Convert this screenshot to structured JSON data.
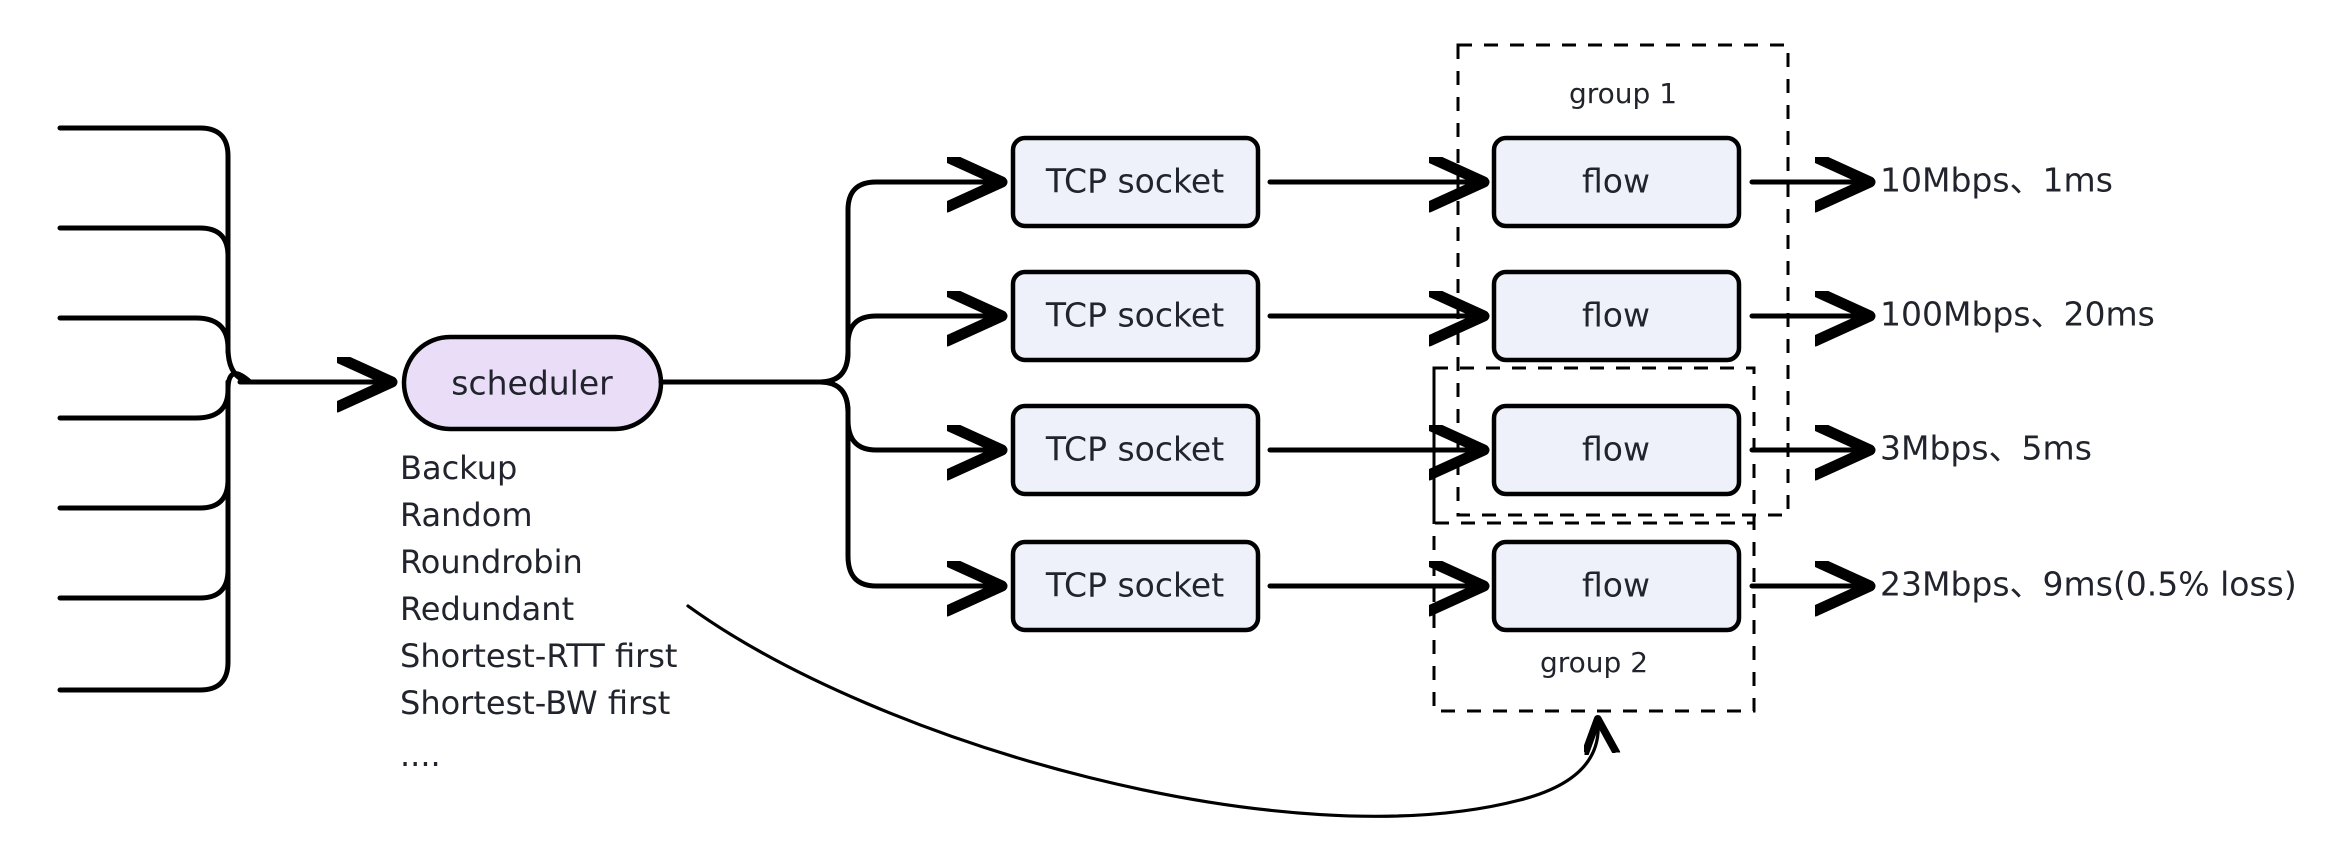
{
  "diagram": {
    "title": "multipath scheduler flow diagram",
    "colors": {
      "scheduler_fill": "#e9ddf7",
      "box_fill": "#eef1fa",
      "stroke": "#000000",
      "text": "#21242c",
      "background": "#ffffff"
    }
  },
  "scheduler": {
    "label": "scheduler",
    "algorithms": [
      "Backup",
      "Random",
      "Roundrobin",
      "Redundant",
      "Shortest-RTT first",
      "Shortest-BW first",
      "...."
    ]
  },
  "sockets": [
    {
      "label": "TCP socket"
    },
    {
      "label": "TCP socket"
    },
    {
      "label": "TCP socket"
    },
    {
      "label": "TCP socket"
    }
  ],
  "flows": [
    {
      "label": "flow",
      "link": "10Mbps、1ms"
    },
    {
      "label": "flow",
      "link": "100Mbps、20ms"
    },
    {
      "label": "flow",
      "link": "3Mbps、5ms"
    },
    {
      "label": "flow",
      "link": "23Mbps、9ms(0.5% loss)"
    }
  ],
  "groups": [
    {
      "label": "group 1"
    },
    {
      "label": "group 2"
    }
  ]
}
